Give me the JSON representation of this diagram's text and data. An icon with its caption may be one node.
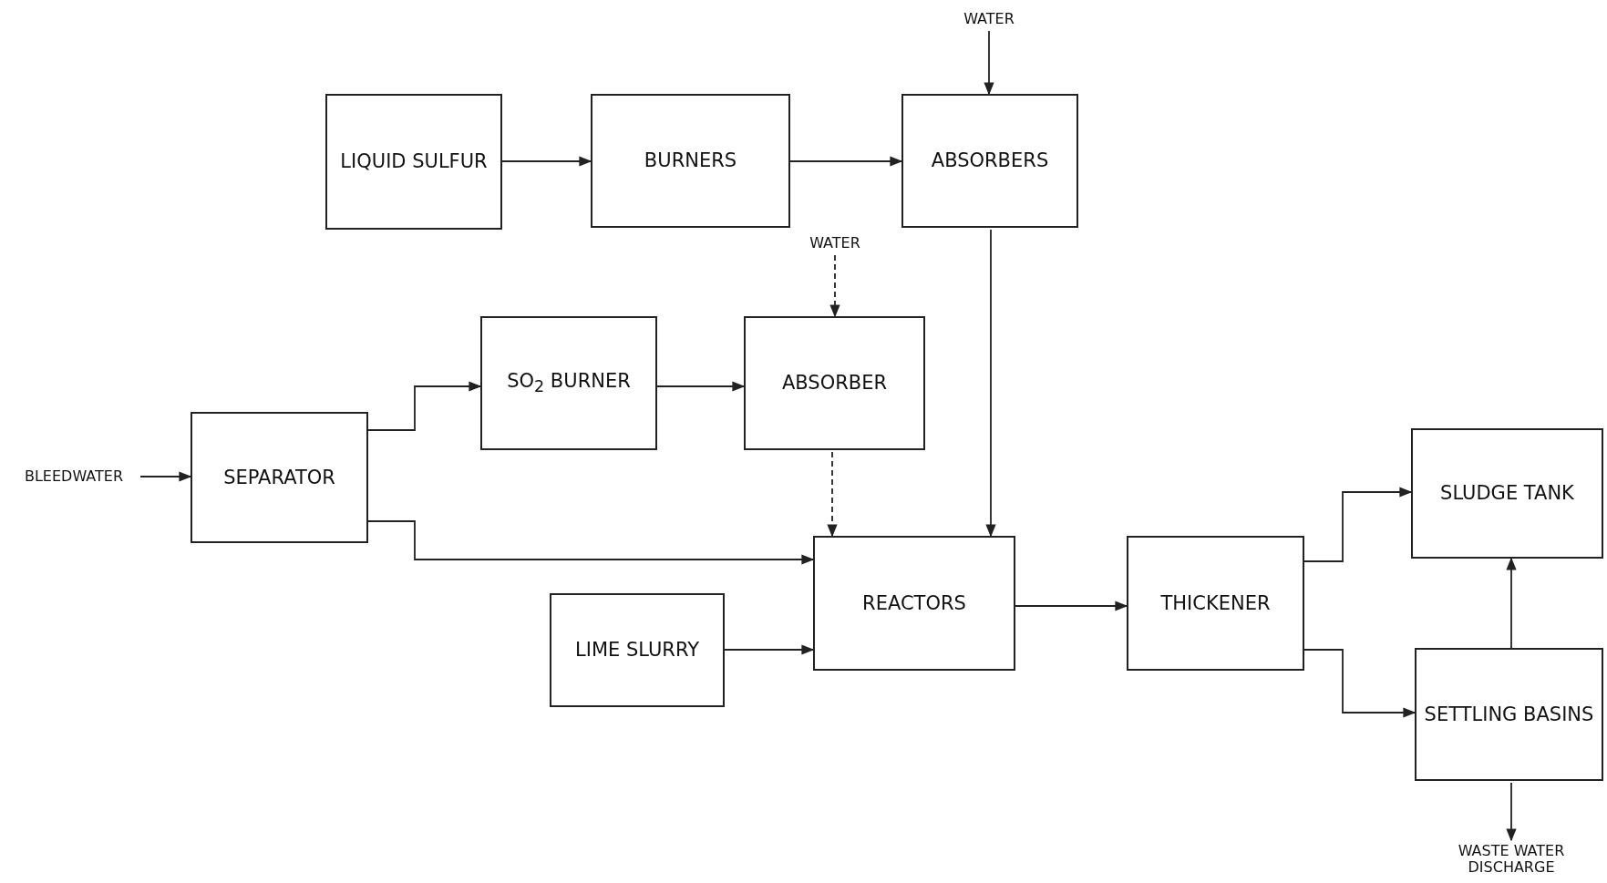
{
  "diagram": {
    "nodes": [
      {
        "text": [
          "LIQUID SULFUR"
        ]
      },
      {
        "text": [
          "BURNERS"
        ]
      },
      {
        "text": [
          "WATER"
        ]
      },
      {
        "text": [
          "ABSORBERS"
        ]
      },
      {
        "text": [
          "WATER"
        ]
      },
      {
        "text": [
          "SO$_{2}$ BURNER"
        ]
      },
      {
        "text": [
          "ABSORBER"
        ]
      },
      {
        "text": [
          "BLEEDWATER"
        ]
      },
      {
        "text": [
          "SEPARATOR"
        ]
      },
      {
        "text": [
          "LIME SLURRY"
        ]
      },
      {
        "text": [
          "REACTORS"
        ]
      },
      {
        "text": [
          "THICKENER"
        ]
      },
      {
        "text": [
          "SLUDGE TANK"
        ]
      },
      {
        "text": [
          "SETTLING BASINS"
        ]
      },
      {
        "text": [
          "WASTE WATER DISCHARGE"
        ]
      }
    ],
    "edges": [
      {
        "from": 0,
        "to": 1,
        "arrow": "to"
      },
      {
        "from": 1,
        "to": 3,
        "arrow": "to"
      },
      {
        "from": 2,
        "to": 3,
        "arrow": "to"
      },
      {
        "from": 4,
        "to": 6,
        "arrow": "to",
        "style": "dashed"
      },
      {
        "from": 7,
        "to": 8,
        "arrow": "to"
      },
      {
        "from": 8,
        "to": 5,
        "arrow": "to"
      },
      {
        "from": 5,
        "to": 6,
        "arrow": "to"
      },
      {
        "from": 3,
        "to": 10,
        "arrow": "to"
      },
      {
        "from": 6,
        "to": 10,
        "arrow": "to",
        "style": "dashed"
      },
      {
        "from": 8,
        "to": 10,
        "arrow": "to"
      },
      {
        "from": 9,
        "to": 10,
        "arrow": "to"
      },
      {
        "from": 10,
        "to": 11,
        "arrow": "to"
      },
      {
        "from": 11,
        "to": 12,
        "arrow": "to"
      },
      {
        "from": 11,
        "to": 13,
        "arrow": "to"
      },
      {
        "from": 13,
        "to": 12,
        "arrow": "to"
      },
      {
        "from": 13,
        "to": 14,
        "arrow": "to"
      }
    ]
  }
}
